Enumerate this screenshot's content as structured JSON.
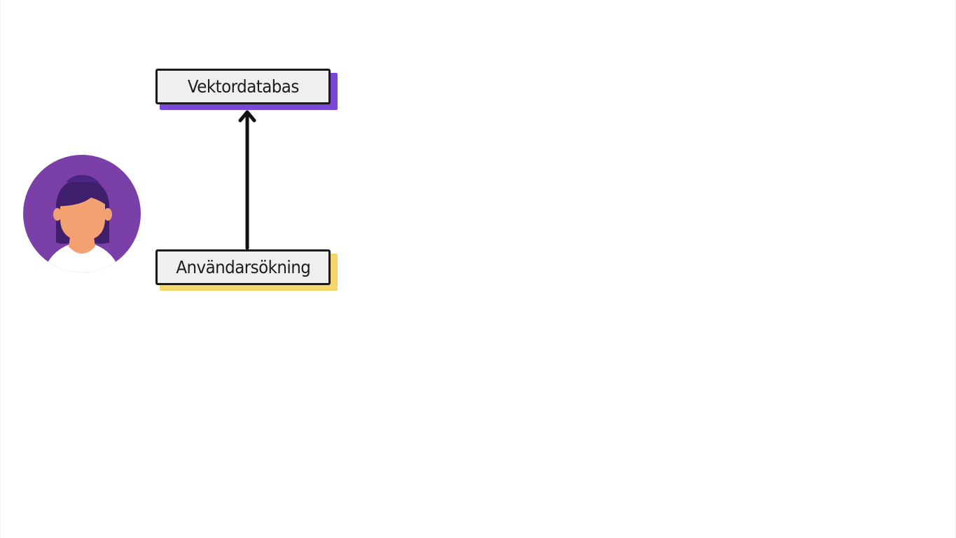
{
  "diagram": {
    "nodes": {
      "vector_db": {
        "label": "Vektordatabas",
        "accent_color": "#7b47d6"
      },
      "user_query": {
        "label": "Användarsökning",
        "accent_color": "#f4d56a"
      }
    },
    "edges": [
      {
        "from": "user_query",
        "to": "vector_db",
        "style": "arrow"
      }
    ],
    "user_avatar": {
      "icon": "woman-avatar-icon",
      "background_color": "#7b3fa8"
    }
  }
}
